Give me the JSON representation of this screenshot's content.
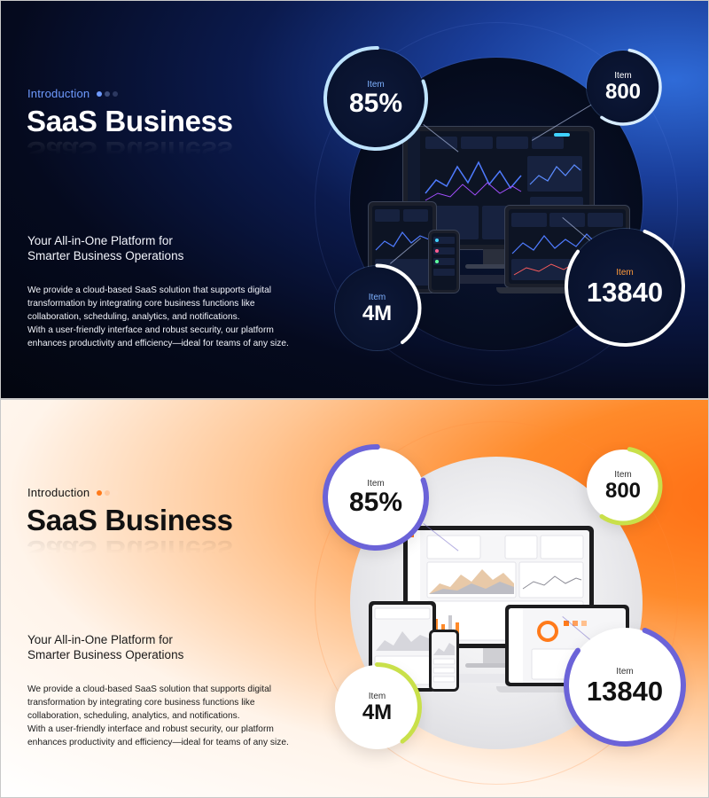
{
  "slides": [
    {
      "theme": "dark",
      "intro_label": "Introduction",
      "title": "SaaS Business",
      "subtitle_line1": "Your All-in-One Platform for",
      "subtitle_line2": "Smarter Business Operations",
      "desc_lines": [
        "We provide a cloud-based SaaS solution that supports digital",
        "transformation by integrating core business functions like",
        "collaboration, scheduling, analytics, and notifications.",
        "With a user-friendly interface and robust security, our platform",
        "enhances productivity and efficiency—ideal for teams of any size."
      ],
      "stats": [
        {
          "label": "Item",
          "value": "85%"
        },
        {
          "label": "Item",
          "value": "800"
        },
        {
          "label": "Item",
          "value": "13840"
        },
        {
          "label": "Item",
          "value": "4M"
        }
      ],
      "colors": {
        "accent": "#6f9bff",
        "dot_active": "#6f9bff",
        "dot_inactive": "#3c4c7a",
        "stat_label": "#7fb2ff",
        "stat_label_alt": "#ffffff",
        "stat_label_warm": "#ff9a3c",
        "ring": "#ffffff",
        "ring_glow": "#8ec5ff"
      }
    },
    {
      "theme": "light",
      "intro_label": "Introduction",
      "title": "SaaS Business",
      "subtitle_line1": "Your All-in-One Platform for",
      "subtitle_line2": "Smarter Business Operations",
      "desc_lines": [
        "We provide a cloud-based SaaS solution that supports digital",
        "transformation by integrating core business functions like",
        "collaboration, scheduling, analytics, and notifications.",
        "With a user-friendly interface and robust security, our platform",
        "enhances productivity and efficiency—ideal for teams of any size."
      ],
      "stats": [
        {
          "label": "Item",
          "value": "85%"
        },
        {
          "label": "Item",
          "value": "800"
        },
        {
          "label": "Item",
          "value": "13840"
        },
        {
          "label": "Item",
          "value": "4M"
        }
      ],
      "colors": {
        "accent": "#ff7a1a",
        "dot_active": "#ff7a1a",
        "dot_inactive": "#ffd3b0",
        "stat_label": "#333333",
        "ring_purple": "#6b63d8",
        "ring_lime": "#c9e04a"
      }
    }
  ]
}
